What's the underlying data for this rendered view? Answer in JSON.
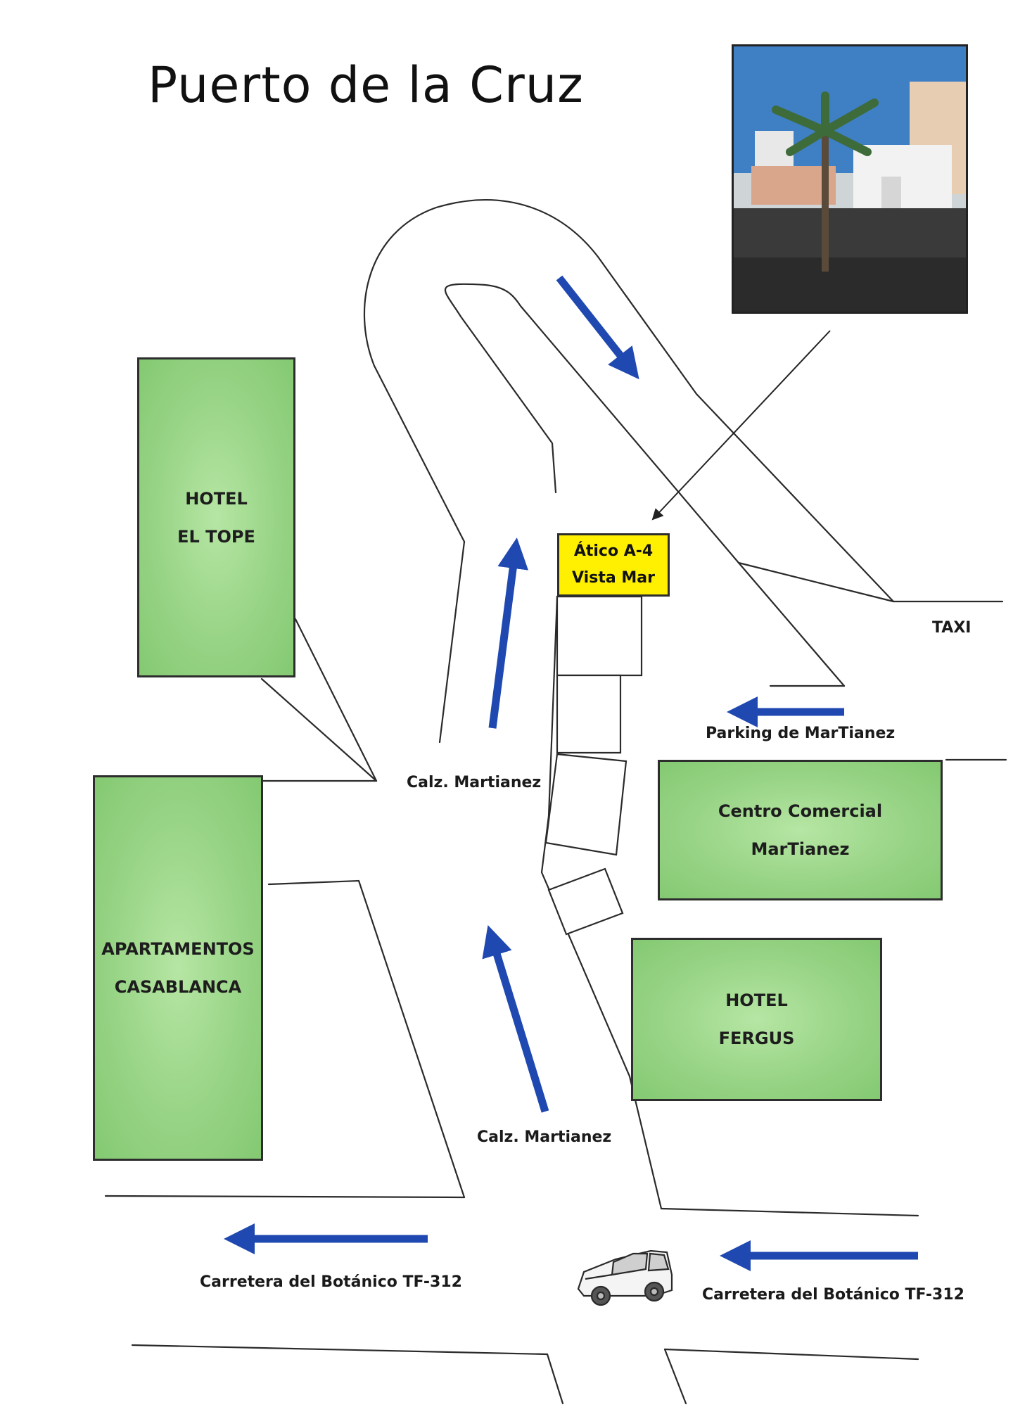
{
  "title": "Puerto de la Cruz",
  "photo": {
    "icon": "street-photo",
    "alt_colors": {
      "sky": "#3f7fc4",
      "ground": "#2b2b2b"
    }
  },
  "destination": {
    "line1": "Ático A-4",
    "line2": "Vista Mar",
    "color": "#ffef00"
  },
  "buildings": {
    "hotel_el_tope": {
      "line1": "HOTEL",
      "line2": "EL TOPE"
    },
    "apartamentos_casablanca": {
      "line1": "APARTAMENTOS",
      "line2": "CASABLANCA"
    },
    "centro_comercial": {
      "line1": "Centro Comercial",
      "line2": "MarTianez"
    },
    "hotel_fergus": {
      "line1": "HOTEL",
      "line2": "FERGUS"
    }
  },
  "labels": {
    "taxi": "TAXI",
    "parking": "Parking de MarTianez",
    "calz_upper": "Calz.  Martianez",
    "calz_lower": "Calz.  Martianez",
    "road_left": "Carretera del Botánico TF-312",
    "road_right": "Carretera del Botánico TF-312"
  },
  "colors": {
    "building_fill": "#98d486",
    "arrow": "#1f48b0",
    "line": "#2a2a2a"
  }
}
